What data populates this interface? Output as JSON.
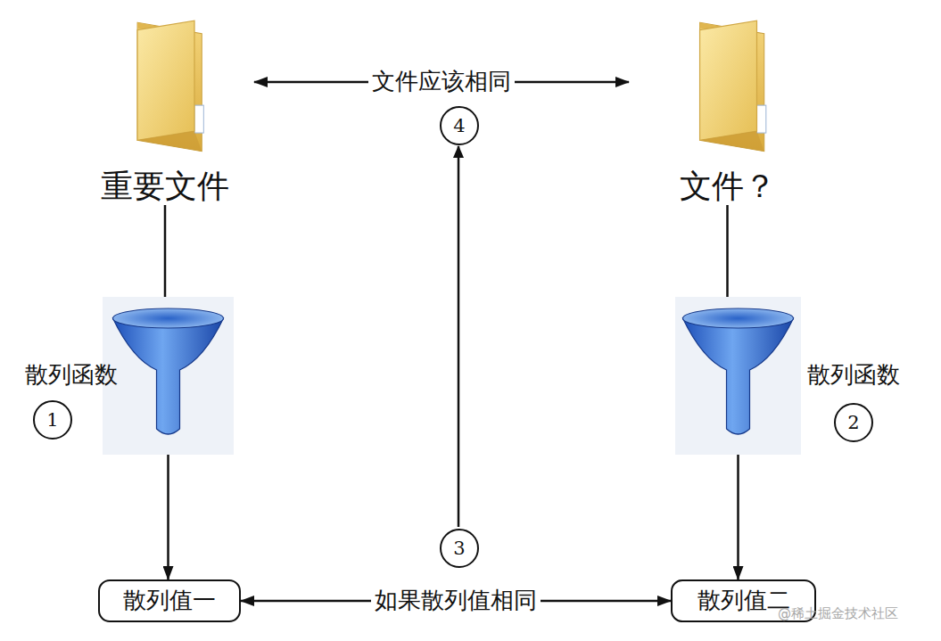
{
  "diagram": {
    "nodes": [
      {
        "text": [
          "重要文件"
        ]
      },
      {
        "text": [
          "文件？"
        ]
      },
      {
        "text": [
          "散列函数"
        ]
      },
      {
        "text": [
          "散列函数"
        ]
      },
      {
        "text": [
          "散列值一"
        ]
      },
      {
        "text": [
          "散列值二"
        ]
      }
    ],
    "edges": [
      {
        "from": 0,
        "to": 2,
        "arrow": "to"
      },
      {
        "from": 2,
        "to": 4,
        "arrow": "to"
      },
      {
        "from": 1,
        "to": 3,
        "arrow": "to"
      },
      {
        "from": 3,
        "to": 5,
        "arrow": "to"
      },
      {
        "from": 4,
        "to": 5,
        "label": "如果散列值相同",
        "arrow": "both"
      },
      {
        "from": 0,
        "to": 1,
        "label": "文件应该相同",
        "arrow": "both"
      }
    ],
    "labels": [
      "1",
      "2",
      "3",
      "4",
      "@稀土掘金技术社区"
    ]
  }
}
